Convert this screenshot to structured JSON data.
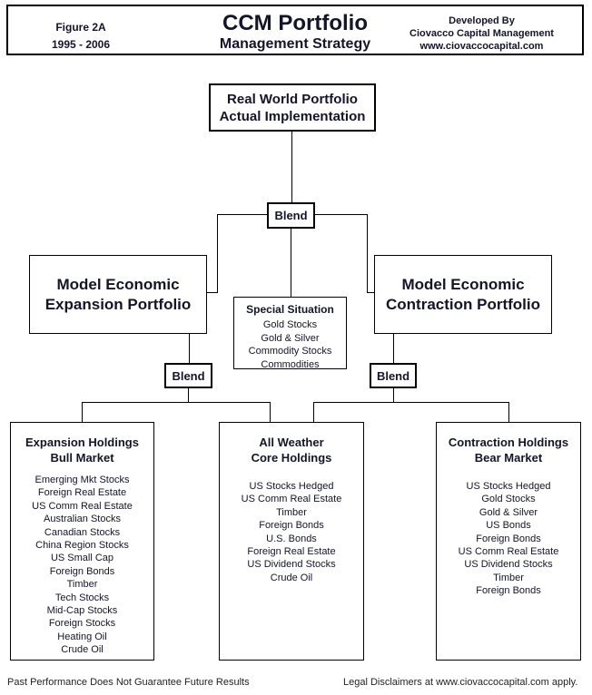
{
  "header": {
    "figure_label": "Figure 2A",
    "period": "1995 - 2006",
    "title": "CCM Portfolio",
    "subtitle": "Management Strategy",
    "developed_by": "Developed By",
    "company": "Ciovacco Capital Management",
    "website": "www.ciovaccocapital.com"
  },
  "diagram": {
    "blend_label": "Blend",
    "real_world": {
      "lines": [
        "Real World Portfolio",
        "Actual Implementation"
      ]
    },
    "expansion_model": {
      "lines": [
        "Model Economic",
        "Expansion Portfolio"
      ]
    },
    "contraction_model": {
      "lines": [
        "Model Economic",
        "Contraction Portfolio"
      ]
    },
    "special_situation": {
      "title": "Special Situation",
      "items": [
        "Gold Stocks",
        "Gold & Silver",
        "Commodity Stocks",
        "Commodities"
      ]
    },
    "expansion_holdings": {
      "title": [
        "Expansion Holdings",
        "Bull Market"
      ],
      "items": [
        "Emerging Mkt Stocks",
        "Foreign Real Estate",
        "US Comm Real Estate",
        "Australian Stocks",
        "Canadian Stocks",
        "China Region Stocks",
        "US Small Cap",
        "Foreign Bonds",
        "Timber",
        "Tech Stocks",
        "Mid-Cap Stocks",
        "Foreign Stocks",
        "Heating Oil",
        "Crude Oil"
      ]
    },
    "all_weather": {
      "title": [
        "All Weather",
        "Core Holdings"
      ],
      "items": [
        "US Stocks Hedged",
        "US Comm Real Estate",
        "Timber",
        "Foreign Bonds",
        "U.S. Bonds",
        "Foreign Real Estate",
        "US Dividend Stocks",
        "Crude Oil"
      ]
    },
    "contraction_holdings": {
      "title": [
        "Contraction Holdings",
        "Bear Market"
      ],
      "items": [
        "US Stocks Hedged",
        "Gold Stocks",
        "Gold & Silver",
        "US Bonds",
        "Foreign Bonds",
        "US Comm Real Estate",
        "US Dividend Stocks",
        "Timber",
        "Foreign Bonds"
      ]
    }
  },
  "footer": {
    "left": "Past Performance Does Not Guarantee Future Results",
    "right": "Legal Disclaimers at www.ciovaccocapital.com apply."
  },
  "colors": {
    "ink": "#14142b",
    "border": "#000000",
    "background": "#ffffff"
  }
}
